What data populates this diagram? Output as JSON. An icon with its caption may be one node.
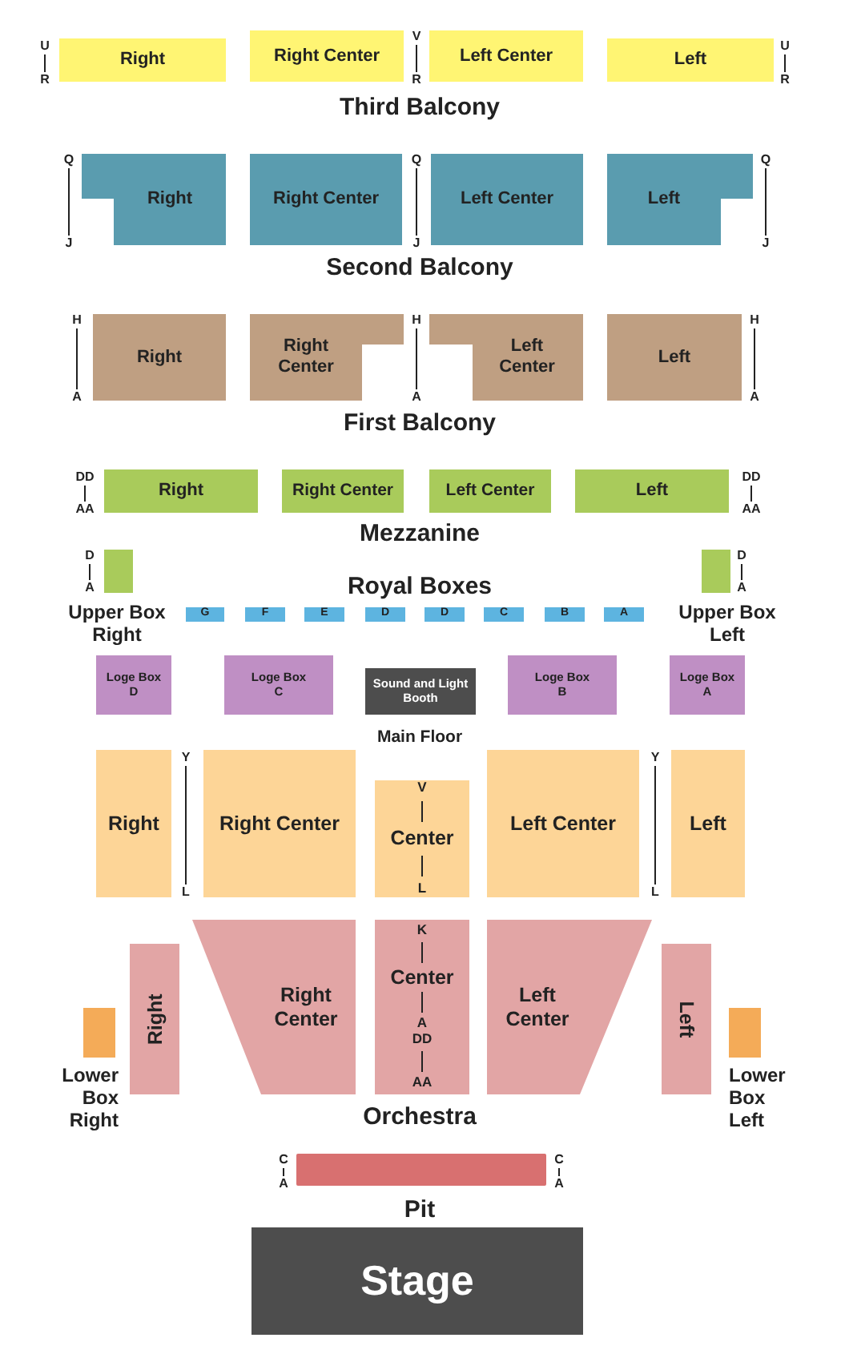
{
  "diagram": {
    "nodes": [
      {
        "text": [
          "Right"
        ]
      },
      {
        "text": [
          "Right Center"
        ]
      },
      {
        "text": [
          "Left Center"
        ]
      },
      {
        "text": [
          "Left"
        ]
      },
      {
        "text": [
          "Right"
        ]
      },
      {
        "text": [
          "Right Center"
        ]
      },
      {
        "text": [
          "Left Center"
        ]
      },
      {
        "text": [
          "Left"
        ]
      },
      {
        "text": [
          "Right"
        ]
      },
      {
        "text": [
          "Right Center"
        ]
      },
      {
        "text": [
          "Left Center"
        ]
      },
      {
        "text": [
          "Left"
        ]
      },
      {
        "text": [
          "Right"
        ]
      },
      {
        "text": [
          "Right Center"
        ]
      },
      {
        "text": [
          "Left Center"
        ]
      },
      {
        "text": [
          "Left"
        ]
      },
      {
        "text": [],
        "shape": "box",
        "beside": [
          "Upper Box Right"
        ]
      },
      {
        "text": [],
        "shape": "box",
        "beside": [
          "Upper Box Left"
        ]
      },
      {
        "text": [
          "G"
        ]
      },
      {
        "text": [
          "F"
        ]
      },
      {
        "text": [
          "E"
        ]
      },
      {
        "text": [
          "D"
        ]
      },
      {
        "text": [
          "D"
        ]
      },
      {
        "text": [
          "C"
        ]
      },
      {
        "text": [
          "B"
        ]
      },
      {
        "text": [
          "A"
        ]
      },
      {
        "text": [
          "Loge Box D"
        ]
      },
      {
        "text": [
          "Loge Box C"
        ]
      },
      {
        "text": [
          "Sound and Light Booth"
        ]
      },
      {
        "text": [
          "Loge Box B"
        ]
      },
      {
        "text": [
          "Loge Box A"
        ]
      },
      {
        "text": [
          "Right"
        ]
      },
      {
        "text": [
          "Right Center"
        ]
      },
      {
        "text": [
          "V",
          "Center",
          "L"
        ]
      },
      {
        "text": [
          "Left Center"
        ]
      },
      {
        "text": [
          "Left"
        ]
      },
      {
        "text": [],
        "shape": "box",
        "beside": [
          "Lower Box Right"
        ]
      },
      {
        "text": [
          "Right"
        ]
      },
      {
        "text": [
          "Right Center"
        ]
      },
      {
        "text": [
          "K",
          "Center",
          "A",
          "DD",
          "AA"
        ]
      },
      {
        "text": [
          "Left Center"
        ]
      },
      {
        "text": [
          "Left"
        ]
      },
      {
        "text": [],
        "shape": "box",
        "beside": [
          "Lower Box Left"
        ]
      },
      {
        "text": [],
        "shape": "bar"
      },
      {
        "text": [
          "Stage"
        ]
      }
    ],
    "edges": [],
    "labels": [
      "U",
      "R",
      "V",
      "R",
      "U",
      "R",
      "Third Balcony",
      "Q",
      "J",
      "Q",
      "J",
      "Q",
      "J",
      "Second Balcony",
      "H",
      "A",
      "H",
      "A",
      "H",
      "A",
      "First Balcony",
      "DD",
      "AA",
      "DD",
      "AA",
      "Mezzanine",
      "D",
      "A",
      "Royal Boxes",
      "D",
      "A",
      "Main Floor",
      "Y",
      "L",
      "Y",
      "L",
      "Orchestra",
      "C",
      "A",
      "C",
      "A",
      "Pit"
    ]
  }
}
